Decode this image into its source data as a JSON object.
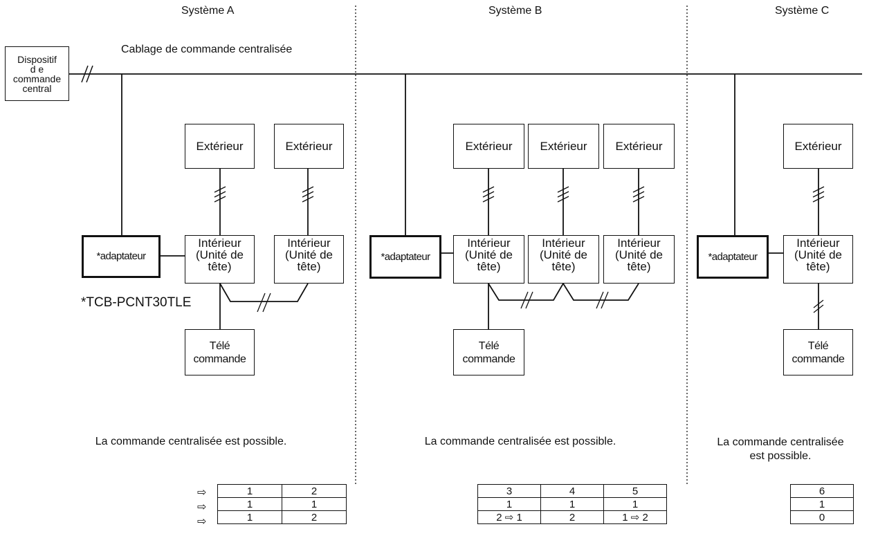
{
  "systems": {
    "a": "Système A",
    "b": "Système B",
    "c": "Système C"
  },
  "central_device": "Dispositif\nd e\ncommande\ncentral",
  "wiring_label": "Cablage de commande centralisée",
  "outdoor_label": "Extérieur",
  "indoor_label": "Intérieur\n(Unité de\ntête)",
  "adapter_label": "*adaptateur",
  "remote_label": "Télé\ncommande",
  "adapter_model": "*TCB-PCNT30TLE",
  "possible_a": "La commande centralisée est possible.",
  "possible_b": "La commande centralisée est possible.",
  "possible_c": "La commande centralisée\nest possible.",
  "row_arrow": "⇨",
  "table_a": [
    [
      "1",
      "2"
    ],
    [
      "1",
      "1"
    ],
    [
      "1",
      "2"
    ]
  ],
  "table_b": [
    [
      "3",
      "4",
      "5"
    ],
    [
      "1",
      "1",
      "1"
    ],
    [
      "2 ⇨ 1",
      "2",
      "1 ⇨ 2"
    ]
  ],
  "table_c": [
    [
      "6"
    ],
    [
      "1"
    ],
    [
      "0"
    ]
  ]
}
